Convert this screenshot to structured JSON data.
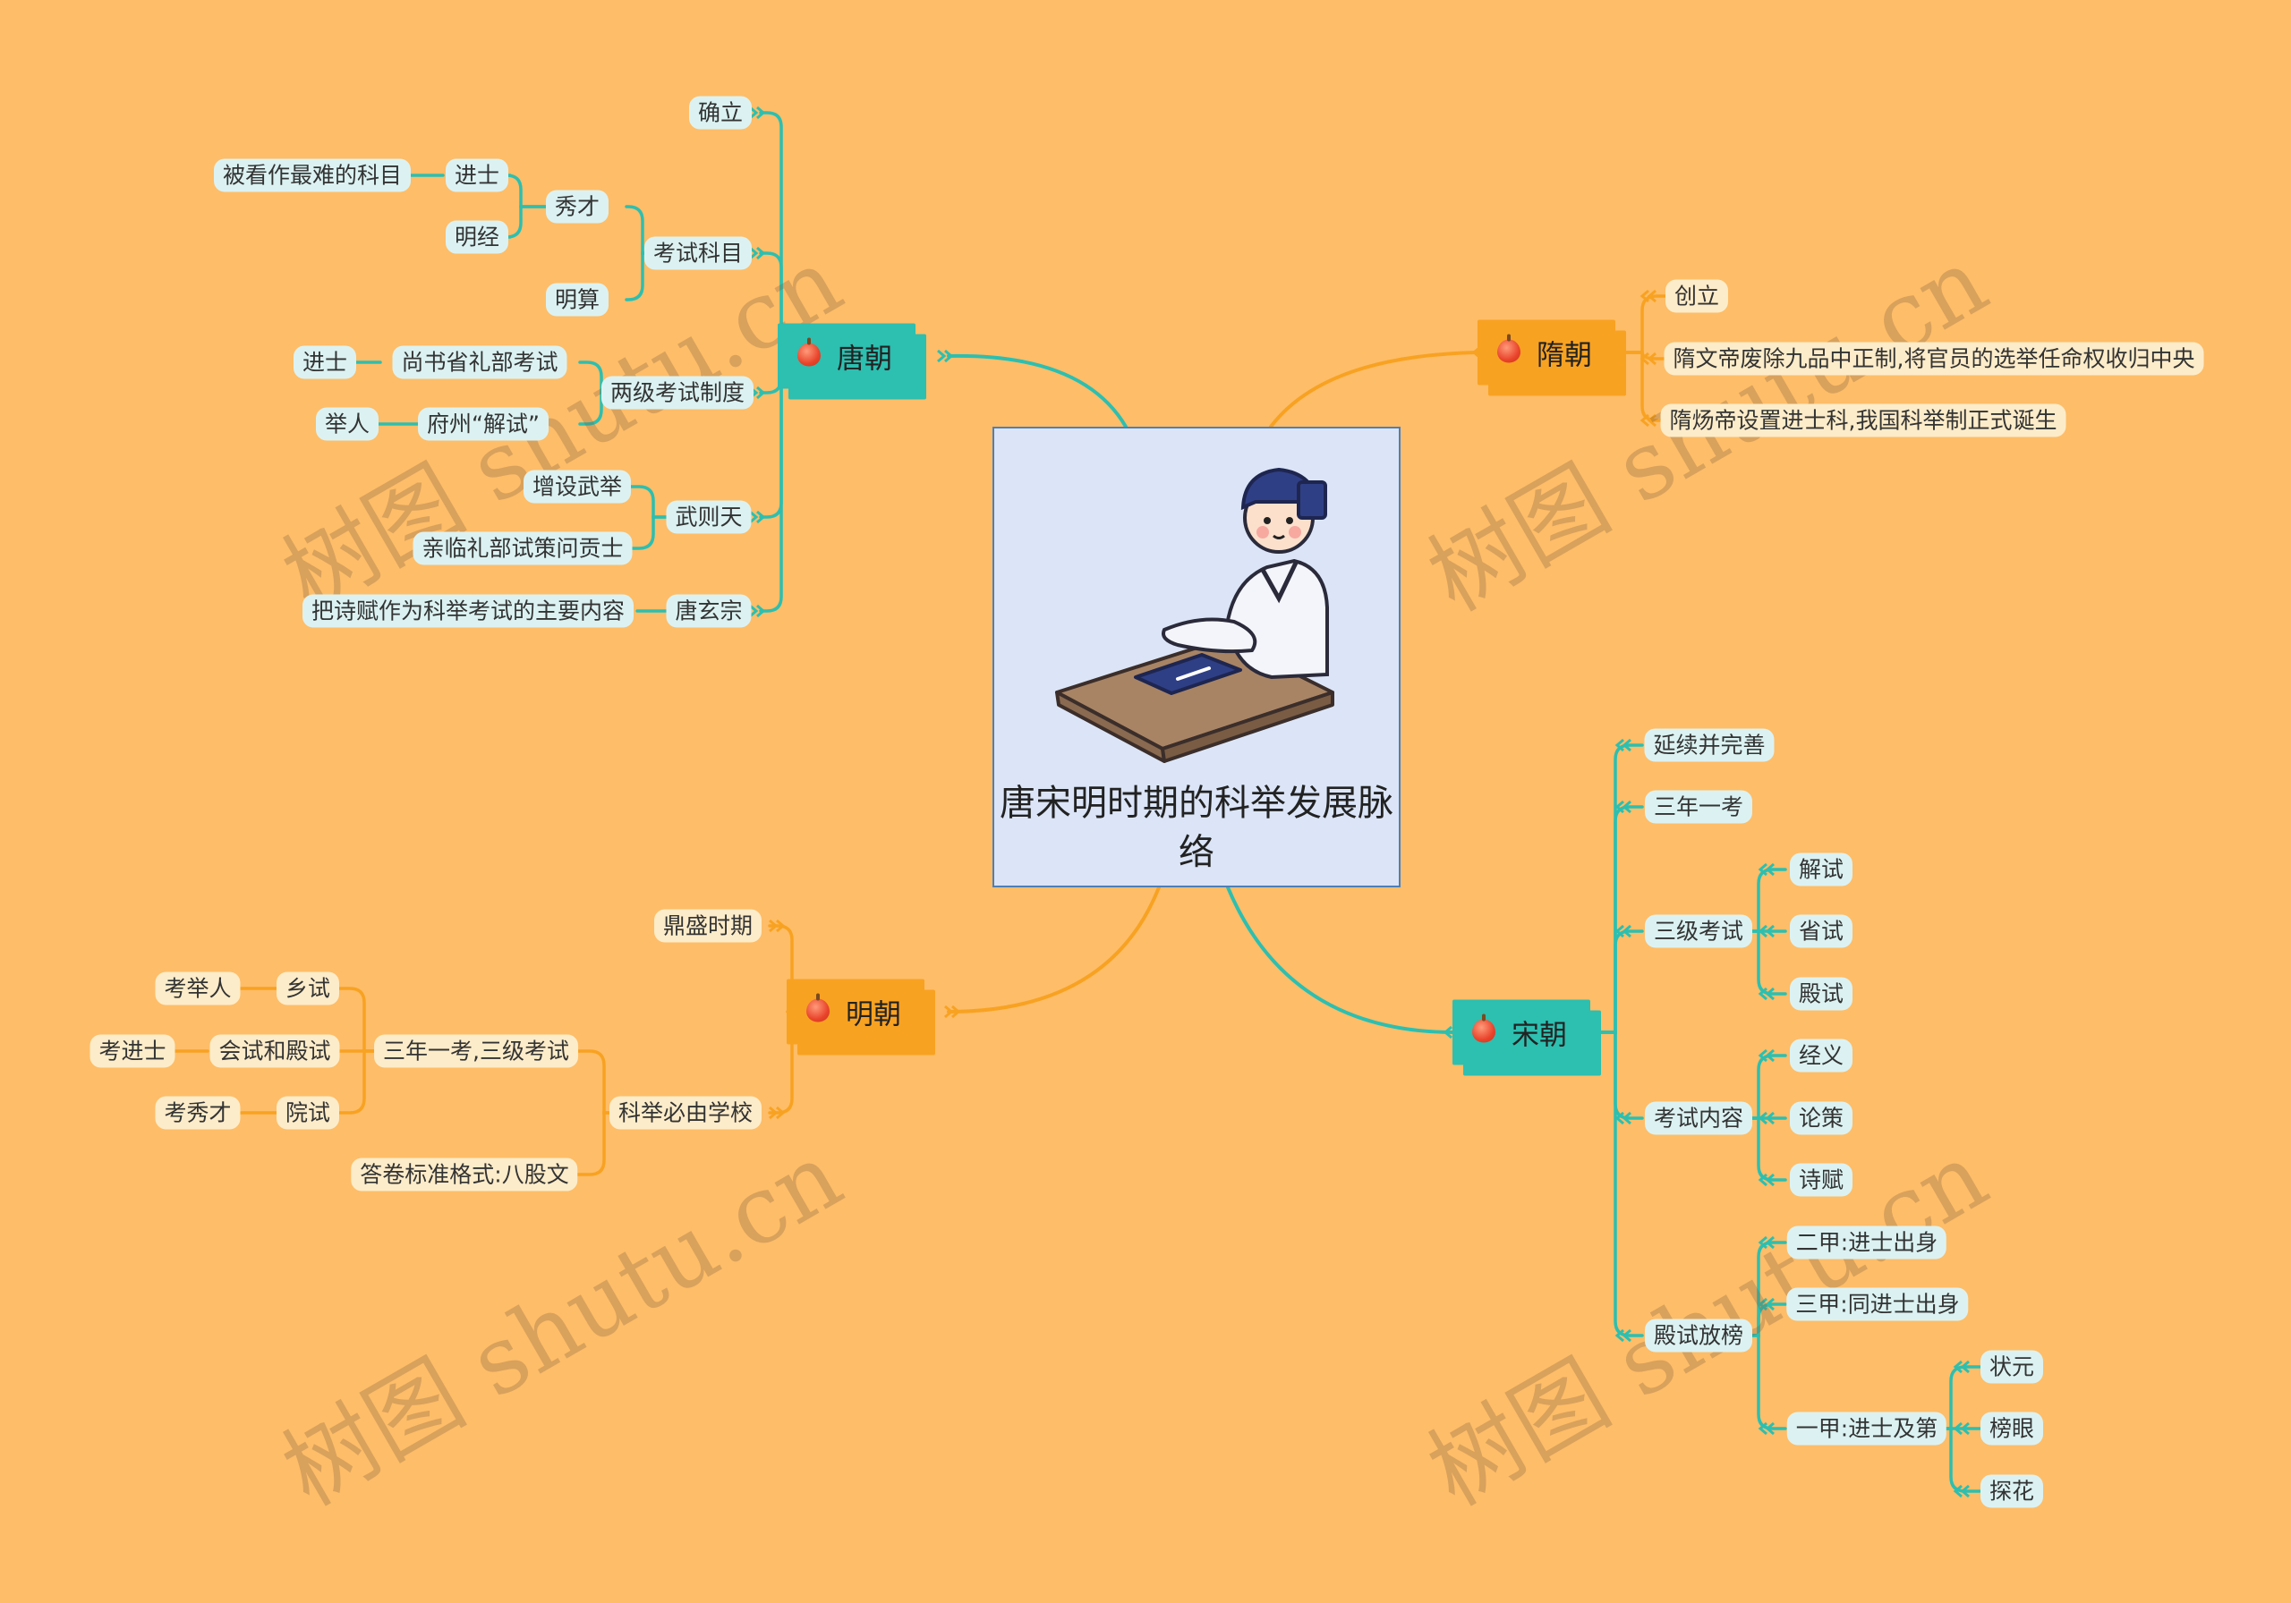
{
  "center": {
    "title": "唐宋明时期的科举发展脉络"
  },
  "watermark": "树图 shutu.cn",
  "colors": {
    "background": "#FEBD68",
    "teal": "#2DBFB0",
    "orange": "#F8A222"
  },
  "tang": {
    "label": "唐朝",
    "queli": "确立",
    "kemu": {
      "label": "考试科目",
      "xiucai": "秀才",
      "jinshi": "进士",
      "hardest": "被看作最难的科目",
      "mingjing": "明经",
      "mingsuan": "明算"
    },
    "liangji": {
      "label": "两级考试制度",
      "shangshu": "尚书省礼部考试",
      "jinshi": "进士",
      "fuzhou": "府州“解试”",
      "juren": "举人"
    },
    "wuzetian": {
      "label": "武则天",
      "wuju": "增设武举",
      "qinlin": "亲临礼部试策问贡士"
    },
    "xuanzong": {
      "label": "唐玄宗",
      "shifu": "把诗赋作为科举考试的主要内容"
    }
  },
  "sui": {
    "label": "隋朝",
    "chuangli": "创立",
    "wendi": "隋文帝废除九品中正制,将官员的选举任命权收归中央",
    "yangdi": "隋炀帝设置进士科,我国科举制正式诞生"
  },
  "ming": {
    "label": "明朝",
    "dingsheng": "鼎盛时期",
    "xuexiao": {
      "label": "科举必由学校",
      "sannian": "三年一考,三级考试",
      "bagu": "答卷标准格式:八股文"
    },
    "xiangshi": "乡试",
    "kaojuren": "考举人",
    "huishi": "会试和殿试",
    "kaojinshi": "考进士",
    "yuanshi": "院试",
    "kaoxiucai": "考秀才"
  },
  "song": {
    "label": "宋朝",
    "yanxu": "延续并完善",
    "sannian": "三年一考",
    "sanji": {
      "label": "三级考试",
      "jieshi": "解试",
      "shengshi": "省试",
      "dianshi": "殿试"
    },
    "neirong": {
      "label": "考试内容",
      "jingyi": "经义",
      "lunce": "论策",
      "shifu": "诗赋"
    },
    "fangbang": {
      "label": "殿试放榜",
      "erjia": "二甲:进士出身",
      "sanjia": "三甲:同进士出身",
      "yijia": "一甲:进士及第",
      "zhuangyuan": "状元",
      "bangyan": "榜眼",
      "tanhua": "探花"
    }
  }
}
